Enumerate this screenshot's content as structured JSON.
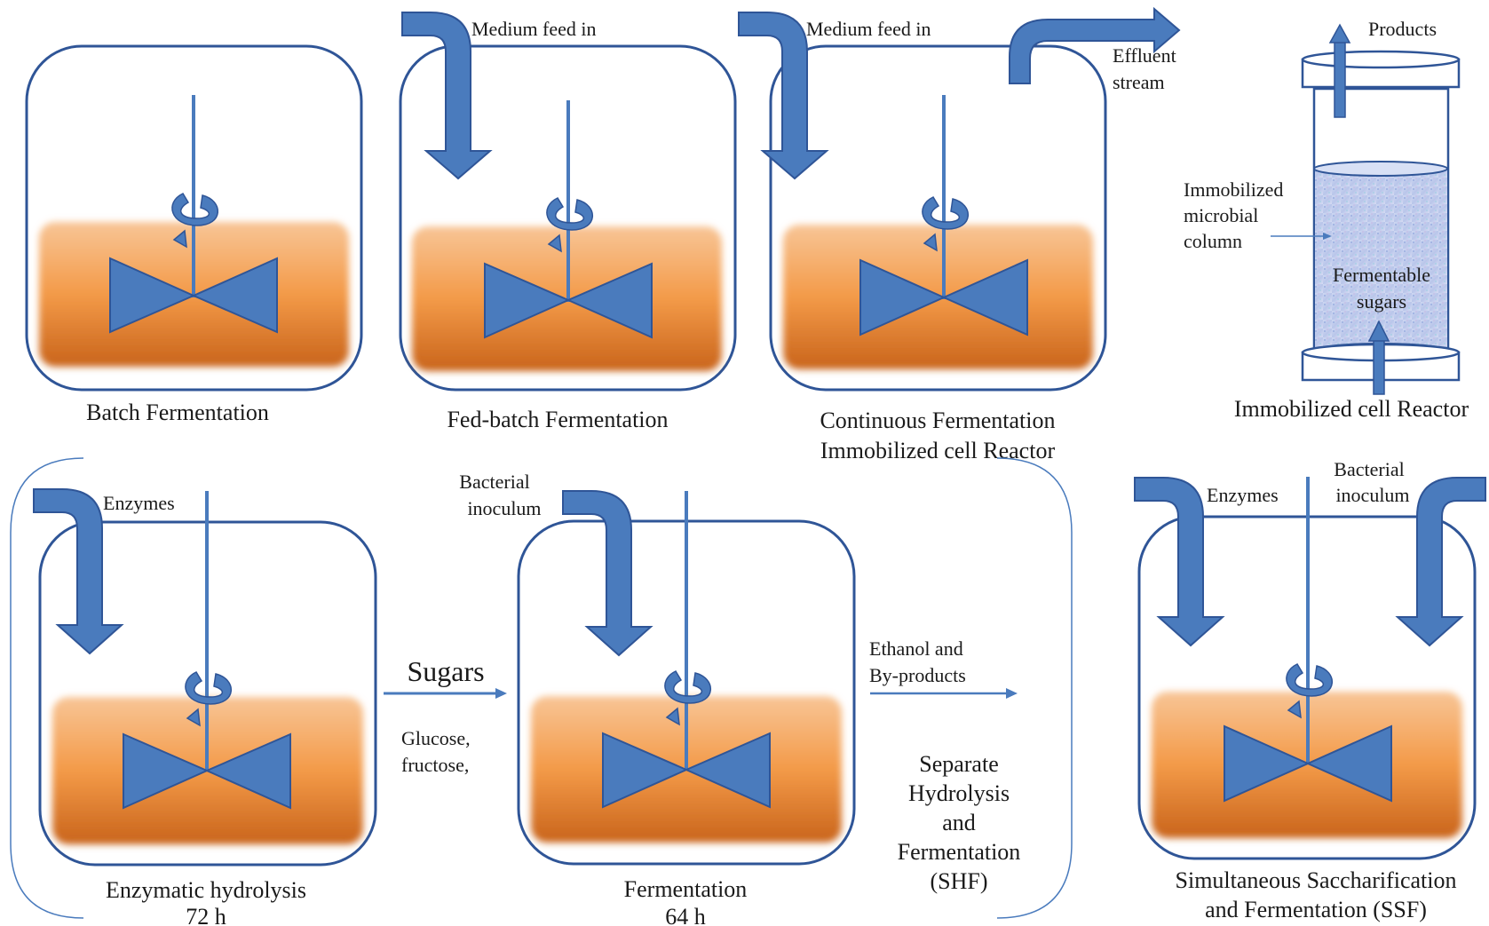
{
  "colors": {
    "accent_blue": "#4a7bbd",
    "outline_blue": "#2f5597",
    "liquid_top": "#f8c596",
    "liquid_mid": "#f39a48",
    "liquid_bottom": "#c9641b"
  },
  "batch": {
    "caption": "Batch Fermentation"
  },
  "fedbatch": {
    "feed_label": "Medium feed in",
    "caption": "Fed-batch Fermentation"
  },
  "continuous": {
    "feed_label": "Medium feed in",
    "effluent_line1": "Effluent",
    "effluent_line2": "stream",
    "caption_line1": "Continuous Fermentation",
    "caption_line2": "Immobilized  cell Reactor"
  },
  "immobilized": {
    "products_label": "Products",
    "column_label_line1": "Immobilized",
    "column_label_line2": "microbial",
    "column_label_line3": "column",
    "sugars_line1": "Fermentable",
    "sugars_line2": "sugars",
    "caption": "Immobilized  cell Reactor"
  },
  "shf": {
    "hydrolysis": {
      "input_label": "Enzymes",
      "caption_line1": "Enzymatic hydrolysis",
      "caption_line2": "72 h"
    },
    "transfer": {
      "main_label": "Sugars",
      "sub_line1": "Glucose,",
      "sub_line2": "fructose,"
    },
    "fermentation": {
      "input_line1": "Bacterial",
      "input_line2": "inoculum",
      "caption_line1": "Fermentation",
      "caption_line2": "64 h"
    },
    "output_line1": "Ethanol and",
    "output_line2": "By-products",
    "process_line1": "Separate",
    "process_line2": "Hydrolysis",
    "process_line3": "and",
    "process_line4": "Fermentation",
    "process_line5": "(SHF)"
  },
  "ssf": {
    "input1_label": "Enzymes",
    "input2_line1": "Bacterial",
    "input2_line2": "inoculum",
    "caption_line1": "Simultaneous Saccharification",
    "caption_line2": "and Fermentation (SSF)"
  }
}
